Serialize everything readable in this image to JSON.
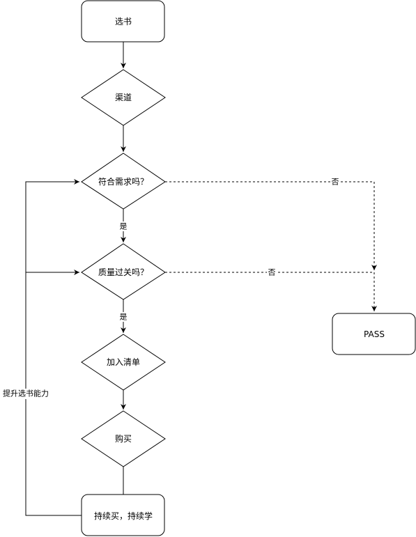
{
  "nodes": {
    "select_book": "选书",
    "channel": "渠道",
    "meets_needs": "符合需求吗？",
    "quality_ok": "质量过关吗？",
    "add_to_list": "加入清单",
    "buy": "购买",
    "keep_going": "持续买，持续学",
    "pass": "PASS"
  },
  "edge_labels": {
    "yes_1": "是",
    "yes_2": "是",
    "no_1": "否",
    "no_2": "否",
    "feedback": "提升选书能力"
  },
  "colors": {
    "stroke": "#000000",
    "fill": "#ffffff",
    "background": "#ffffff"
  }
}
